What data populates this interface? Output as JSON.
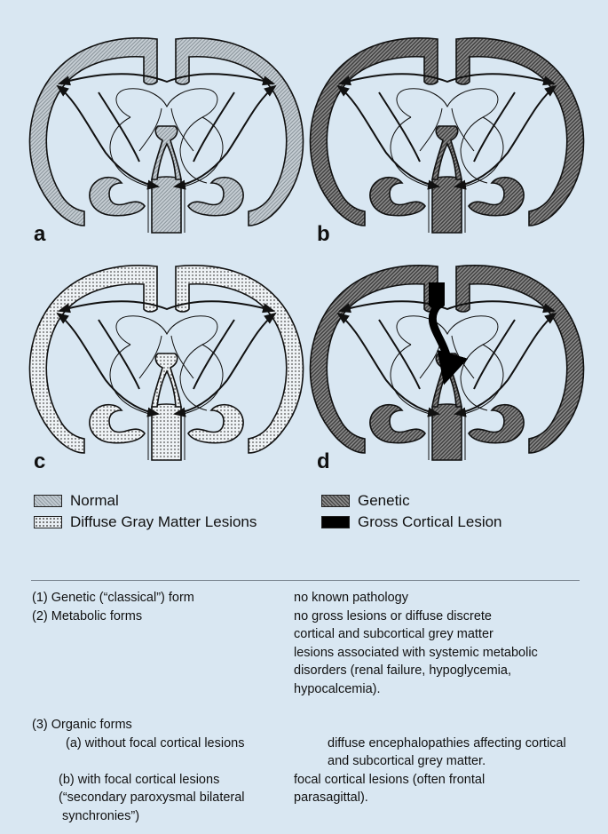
{
  "panels": [
    {
      "letter": "a",
      "fill": "normal"
    },
    {
      "letter": "b",
      "fill": "genetic"
    },
    {
      "letter": "c",
      "fill": "diffuse"
    },
    {
      "letter": "d",
      "fill": "genetic",
      "gross_lesion": true
    }
  ],
  "legend": {
    "normal": "Normal",
    "diffuse": "Diffuse Gray Matter Lesions",
    "genetic": "Genetic",
    "gross": "Gross Cortical Lesion"
  },
  "table": {
    "r1_left": "(1) Genetic (“classical”) form",
    "r1_right": "no known pathology",
    "r2_left": "(2) Metabolic forms",
    "r2_right_lines": [
      "no gross lesions or diffuse discrete",
      "cortical and subcortical grey matter",
      "lesions associated with systemic metabolic",
      "disorders (renal failure, hypoglycemia,",
      "hypocalcemia)."
    ],
    "r3_left": "(3) Organic forms",
    "r3a_left": "(a) without focal cortical lesions",
    "r3a_right_lines": [
      "diffuse encephalopathies affecting cortical",
      "and subcortical grey matter."
    ],
    "r3b_left_lines": [
      "(b) with focal cortical lesions",
      "(“secondary paroxysmal bilateral",
      "synchronies”)"
    ],
    "r3b_right_lines": [
      "focal cortical lesions (often frontal",
      "parasagittal)."
    ]
  },
  "colors": {
    "background": "#d9e7f2",
    "ink": "#111111"
  }
}
